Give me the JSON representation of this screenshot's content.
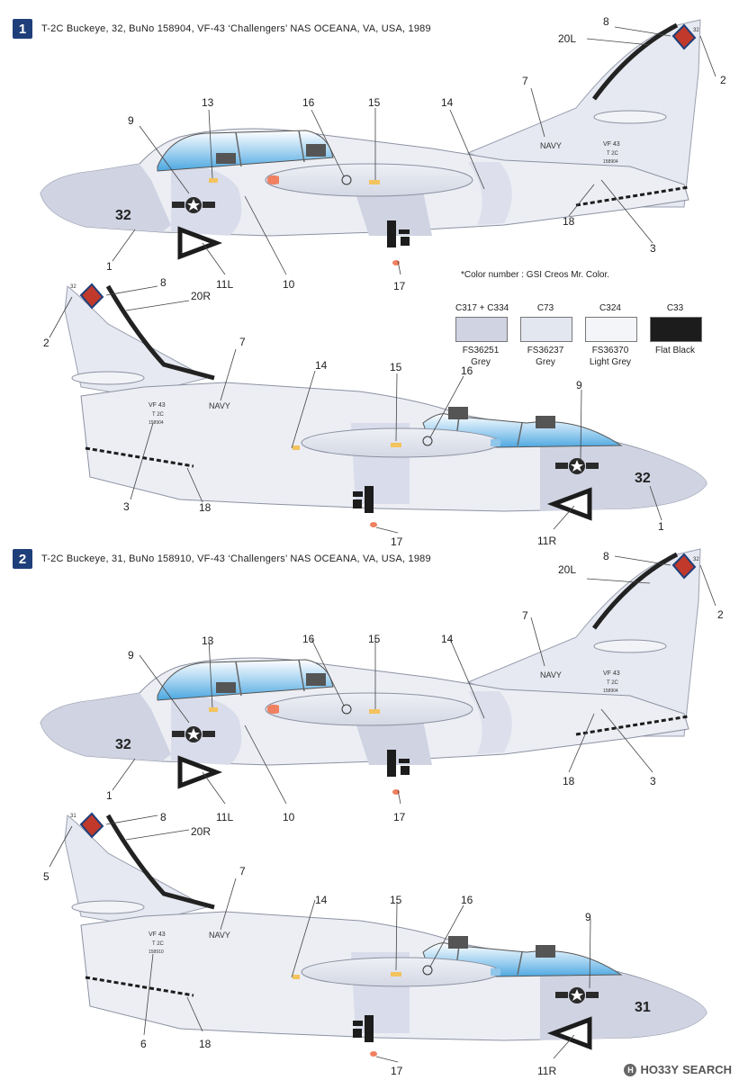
{
  "profiles": [
    {
      "number": "1",
      "title": "T-2C Buckeye, 32, BuNo 158904, VF-43 ‘Challengers’ NAS OCEANA, VA, USA, 1989",
      "left_view": {
        "nose_number": "32",
        "tail_number": "32",
        "navy": "NAVY",
        "unit": "VF 43",
        "type": "T 2C",
        "buno": "158904",
        "callouts": [
          "1",
          "2",
          "3",
          "7",
          "8",
          "9",
          "10",
          "11L",
          "13",
          "14",
          "15",
          "16",
          "17",
          "18",
          "20L"
        ]
      },
      "right_view": {
        "nose_number": "32",
        "tail_number": "32",
        "navy": "NAVY",
        "unit": "VF 43",
        "type": "T 2C",
        "buno": "158904",
        "callouts": [
          "1",
          "2",
          "3",
          "7",
          "8",
          "9",
          "11R",
          "14",
          "15",
          "16",
          "17",
          "18",
          "20R"
        ]
      }
    },
    {
      "number": "2",
      "title": "T-2C Buckeye, 31, BuNo 158910, VF-43 ‘Challengers’ NAS OCEANA, VA, USA, 1989",
      "left_view": {
        "nose_number": "32",
        "tail_number": "32",
        "navy": "NAVY",
        "unit": "VF 43",
        "type": "T 2C",
        "buno": "158904",
        "callouts": [
          "1",
          "2",
          "3",
          "7",
          "8",
          "9",
          "10",
          "11L",
          "13",
          "14",
          "15",
          "16",
          "17",
          "18",
          "20L"
        ]
      },
      "right_view": {
        "nose_number": "31",
        "tail_number": "31",
        "navy": "NAVY",
        "unit": "VF 43",
        "type": "T 2C",
        "buno": "158910",
        "callouts": [
          "5",
          "6",
          "7",
          "8",
          "9",
          "11R",
          "14",
          "15",
          "16",
          "17",
          "18",
          "20R"
        ]
      }
    }
  ],
  "color_note": "*Color number : GSI Creos Mr. Color.",
  "colors": [
    {
      "code": "C317 + C334",
      "fs": "FS36251",
      "name": "Grey",
      "hex": "#cfd3e2"
    },
    {
      "code": "C73",
      "fs": "FS36237",
      "name": "Grey",
      "hex": "#e3e7f0"
    },
    {
      "code": "C324",
      "fs": "FS36370",
      "name": "Light Grey",
      "hex": "#f4f5f8"
    },
    {
      "code": "C33",
      "fs": "",
      "name": "Flat Black",
      "hex": "#1c1c1c"
    }
  ],
  "watermark": {
    "logo": "H",
    "brand": "HO33Y",
    "suffix": "SEARCH"
  }
}
